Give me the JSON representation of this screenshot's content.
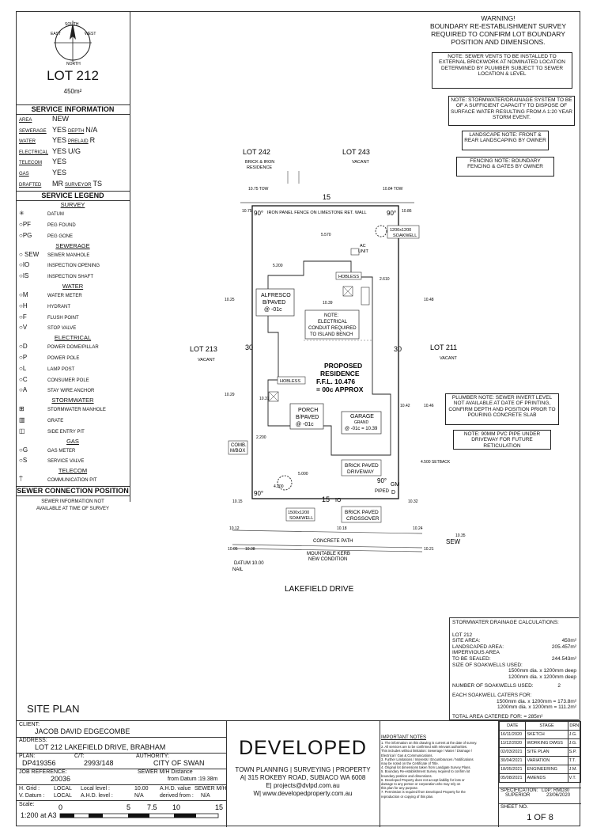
{
  "lot": {
    "title": "LOT 212",
    "area": "450m²"
  },
  "compass": {
    "south": "SOUTH",
    "west": "WEST",
    "east": "EAST",
    "north": "NORTH"
  },
  "service_info": {
    "heading": "SERVICE INFORMATION",
    "rows": [
      {
        "k": "AREA",
        "v": "NEW",
        "k2": "",
        "v2": ""
      },
      {
        "k": "SEWERAGE",
        "v": "YES",
        "k2": "DEPTH",
        "v2": "N/A"
      },
      {
        "k": "WATER",
        "v": "YES",
        "k2": "PRELAID",
        "v2": "R"
      },
      {
        "k": "ELECTRICAL",
        "v": "YES",
        "k2": "",
        "v2": "U/G"
      },
      {
        "k": "TELECOM",
        "v": "YES",
        "k2": "",
        "v2": ""
      },
      {
        "k": "GAS",
        "v": "YES",
        "k2": "",
        "v2": ""
      },
      {
        "k": "DRAFTED",
        "v": "MR",
        "k2": "SURVEYOR",
        "v2": "TS"
      }
    ]
  },
  "legend": {
    "heading": "SERVICE LEGEND",
    "groups": [
      {
        "title": "SURVEY",
        "items": [
          {
            "s": "✳",
            "t": "DATUM"
          },
          {
            "s": "○PF",
            "t": "PEG FOUND"
          },
          {
            "s": "○PG",
            "t": "PEG GONE"
          }
        ]
      },
      {
        "title": "SEWERAGE",
        "items": [
          {
            "s": "○ SEW",
            "t": "SEWER MANHOLE"
          },
          {
            "s": "○IO",
            "t": "INSPECTION OPENING"
          },
          {
            "s": "○IS",
            "t": "INSPECTION SHAFT"
          }
        ]
      },
      {
        "title": "WATER",
        "items": [
          {
            "s": "○M",
            "t": "WATER METER"
          },
          {
            "s": "○H",
            "t": "HYDRANT"
          },
          {
            "s": "○F",
            "t": "FLUSH POINT"
          },
          {
            "s": "○V",
            "t": "STOP VALVE"
          }
        ]
      },
      {
        "title": "ELECTRICAL",
        "items": [
          {
            "s": "○D",
            "t": "POWER DOME/PILLAR"
          },
          {
            "s": "○P",
            "t": "POWER POLE"
          },
          {
            "s": "○L",
            "t": "LAMP POST"
          },
          {
            "s": "○C",
            "t": "CONSUMER POLE"
          },
          {
            "s": "○A",
            "t": "STAY WIRE ANCHOR"
          }
        ]
      },
      {
        "title": "STORMWATER",
        "items": [
          {
            "s": "⊞",
            "t": "STORMWATER MANHOLE"
          },
          {
            "s": "▥",
            "t": "GRATE"
          },
          {
            "s": "◫",
            "t": "SIDE ENTRY PIT"
          }
        ]
      },
      {
        "title": "GAS",
        "items": [
          {
            "s": "○G",
            "t": "GAS METER"
          },
          {
            "s": "○S",
            "t": "SERVICE VALVE"
          }
        ]
      },
      {
        "title": "TELECOM",
        "items": [
          {
            "s": "⍑",
            "t": "COMMUNICATION PIT"
          }
        ]
      }
    ],
    "sewer_heading": "SEWER CONNECTION POSITION",
    "sewer_text1": "SEWER INFORMATION NOT",
    "sewer_text2": "AVAILABLE AT TIME OF SURVEY"
  },
  "warning": {
    "l1": "WARNING!",
    "l2": "BOUNDARY RE-ESTABLISHMENT SURVEY",
    "l3": "REQUIRED TO CONFIRM LOT BOUNDARY",
    "l4": "POSITION AND DIMENSIONS."
  },
  "notes": {
    "sewer": "NOTE: SEWER VENTS TO BE INSTALLED TO EXTERNAL BRICKWORK AT NOMINATED LOCATION DETERMINED BY PLUMBER SUBJECT TO SEWER LOCATION & LEVEL",
    "storm": "NOTE: STORMWATER/DRAINAGE SYSTEM TO BE OF A SUFFICIENT CAPACITY TO DISPOSE OF SURFACE WATER RESULTING FROM A 1:20 YEAR STORM EVENT.",
    "landscape": "LANDSCAPE NOTE: FRONT & REAR LANDSCAPING BY OWNER",
    "fencing": "FENCING NOTE: BOUNDARY FENCING & GATES BY OWNER",
    "plumber": "PLUMBER NOTE: SEWER INVERT LEVEL NOT AVAILABLE AT DATE OF PRINTING, CONFIRM DEPTH AND POSITION PRIOR TO POURING CONCRETE SLAB",
    "pvc": "NOTE: 90mm PVC PIPE UNDER DRIVEWAY FOR FUTURE RETICULATION"
  },
  "plan": {
    "lot242": "LOT 242",
    "lot242_sub1": "BRICK & IRON",
    "lot242_sub2": "RESIDENCE",
    "lot243": "LOT 243",
    "lot243_sub": "VACANT",
    "lot213": "LOT 213",
    "lot213_sub": "VACANT",
    "lot211": "LOT 211",
    "lot211_sub": "VACANT",
    "rear_fence": "IRON PANEL FENCE ON LIMESTONE RET. WALL",
    "top_dim": "15",
    "bottom_dim": "15",
    "left_dim": "30",
    "right_dim": "30",
    "angle": "90°",
    "soakwell_top": "1200x1200",
    "soakwell_top2": "SOAKWELL",
    "ac": "AC",
    "ac2": "UNIT",
    "hobless1": "HOBLESS",
    "hobless2": "HOBLESS",
    "alfresco": "ALFRESCO",
    "alfresco2": "B/PAVED",
    "alfresco3": "@ -01c",
    "elec1": "NOTE:",
    "elec2": "ELECTRICAL",
    "elec3": "CONDUIT REQUIRED",
    "elec4": "TO ISLAND BENCH",
    "res1": "PROPOSED",
    "res2": "RESIDENCE",
    "res3": "F.F.L. 10.476",
    "res4": "= 00c APPROX",
    "porch": "PORCH",
    "porch2": "B/PAVED",
    "porch3": "@ -01c",
    "garage": "GARAGE",
    "garage2": "GRAND",
    "garage3": "@ -01c = 10.39",
    "comb": "COMB.",
    "comb2": "M/BOX",
    "bpd": "BRICK PAVED",
    "bpd2": "DRIVEWAY",
    "bpc": "BRICK PAVED",
    "bpc2": "CROSSOVER",
    "soak_front": "1500x1200",
    "soak_front2": "SOAKWELL",
    "concrete": "CONCRETE PATH",
    "kerb": "MOUNTABLE KERB",
    "kerb2": "NEW CONDITION",
    "datum": "DATUM 10.00",
    "datum2": "NAIL",
    "street": "LAKEFIELD   DRIVE",
    "sew": "SEW",
    "dim_5200": "5.200",
    "dim_2610": "2.610",
    "dim_5570": "5.570",
    "dim_2200": "2.200",
    "dim_5000": "5.000",
    "dim_4200": "4.200",
    "dim_setback": "4.500 SETBACK",
    "piped": "PIPED",
    "gm": "GM",
    "d": "D",
    "io": "IO",
    "lvl_tl": "10.75",
    "lvl_tr": "10.86",
    "lvl_bl": "10.15",
    "lvl_br": "10.32",
    "lvl_a": "10.25",
    "lvl_b": "10.39",
    "lvl_c": "10.48",
    "lvl_d": "10.29",
    "lvl_e": "10.31",
    "lvl_f": "10.42",
    "lvl_g": "10.46",
    "lvl_h": "10.12",
    "lvl_i": "10.18",
    "lvl_j": "10.24",
    "lvl_k": "10.05",
    "lvl_l": "10.08",
    "lvl_m": "10.21",
    "lvl_n": "10.35",
    "tl_tag": "10.75 TOW",
    "tr_tag": "10.84 TOW"
  },
  "drainage": {
    "heading": "STORMWATER DRAINAGE CALCULATIONS:",
    "lot": "LOT 212",
    "site_area": "SITE AREA:",
    "site_area_v": "450m²",
    "land": "LANDSCAPED AREA:",
    "land_v": "205.457m²",
    "imp": "IMPERVIOUS AREA",
    "imp2": "TO BE SEALED:",
    "imp_v": "244.543m²",
    "size": "SIZE OF SOAKWELLS USED:",
    "s1": "1500mm dia. x 1200mm deep",
    "s2": "1200mm dia. x 1200mm deep",
    "num": "NUMBER OF SOAKWELLS USED:",
    "num_v": "2",
    "caters": "EACH SOAKWELL CATERS FOR:",
    "c1": "1500mm dia. x 1200mm = 173.8m²",
    "c2": "1200mm dia. x 1200mm = 111.2m²",
    "total": "TOTAL AREA CATERED FOR: = 285m²"
  },
  "site_plan": "SITE PLAN",
  "title_block": {
    "client_l": "CLIENT:",
    "client": "JACOB DAVID EDGECOMBE",
    "addr_l": "ADDRESS:",
    "addr": "LOT 212 LAKEFIELD DRIVE, BRABHAM",
    "plan_l": "PLAN:",
    "plan": "DP419356",
    "ct_l": "C/T:",
    "ct": "2993/148",
    "auth_l": "AUTHORITY:",
    "auth": "CITY OF SWAN",
    "job_l": "JOB REFERENCE:",
    "job": "20036",
    "sewer_l": "SEWER M/H Distance",
    "from_datum": "from Datum :",
    "from_datum_v": "19.38m",
    "hgrid_l": "H. Grid :",
    "hgrid": "LOCAL",
    "vdat_l": "V. Datum :",
    "vdat": "LOCAL",
    "loclev_l": "Local level :",
    "loclev": "10.00",
    "ahdlev_l": "A.H.D. level :",
    "ahdlev": "N/A",
    "ahdval_l": "A.H.D. value",
    "ahdval2_l": "derived from :",
    "ahdval": "N/A",
    "sewmh_l": "SEWER M/H",
    "sewmh": "N/A",
    "scale_l": "Scale:",
    "scale": "1:200 at A3",
    "s0": "0",
    "s5": "5",
    "s75": "7.5",
    "s10": "10",
    "s15": "15",
    "brand": "DEVELOPED",
    "svc": "TOWN PLANNING | SURVEYING | PROPERTY",
    "a": "A| 315 ROKEBY ROAD, SUBIACO WA 6008",
    "e": "E| projects@dvlpd.com.au",
    "w": "W| www.developedproperty.com.au",
    "notes_h": "IMPORTANT NOTES",
    "notes": [
      "1. The information on this drawing is current at the date of survey.",
      "2. All services are to be confirmed with relevant authorities.",
      "   This includes without limitation: Sewerage / Water / Drainage /",
      "   Electrical / Gas & Communications.",
      "3. Further Limitations / Interests / Encumbrances / Notifications",
      "   may be noted on the Certificate of Title.",
      "4. Original lot dimensions taken from Landgate Survey Plans.",
      "5. Boundary Re-establishment Survey required to confirm lot",
      "   boundary position and dimensions.",
      "6. Developed Property does not accept liability for loss or",
      "   damage to any person or corporation who may rely on",
      "   this plan for any purpose.",
      "7. Permission is required from Developed Property for the",
      "   reproduction or copying of this plan."
    ],
    "rev_h": [
      "DATE",
      "STAGE",
      "DRN"
    ],
    "revs": [
      [
        "16/11/2020",
        "SKETCH",
        "J.G."
      ],
      [
        "11/12/2020",
        "WORKING DWGS",
        "J.G."
      ],
      [
        "02/03/2021",
        "SITE PLAN",
        "S.P."
      ],
      [
        "30/04/2021",
        "VARIATION",
        "T.T."
      ],
      [
        "18/05/2021",
        "ENGINEERING",
        "J.M."
      ],
      [
        "05/08/2021",
        "AMENDS",
        "V.T."
      ]
    ],
    "spec_l": "SPECIFICATION:",
    "spec": "SUPERIOR",
    "ldp_l": "LDP: RMD30",
    "ldp": "23/06/2020",
    "sheet_l": "SHEET NO.",
    "sheet": "1 OF 8"
  }
}
